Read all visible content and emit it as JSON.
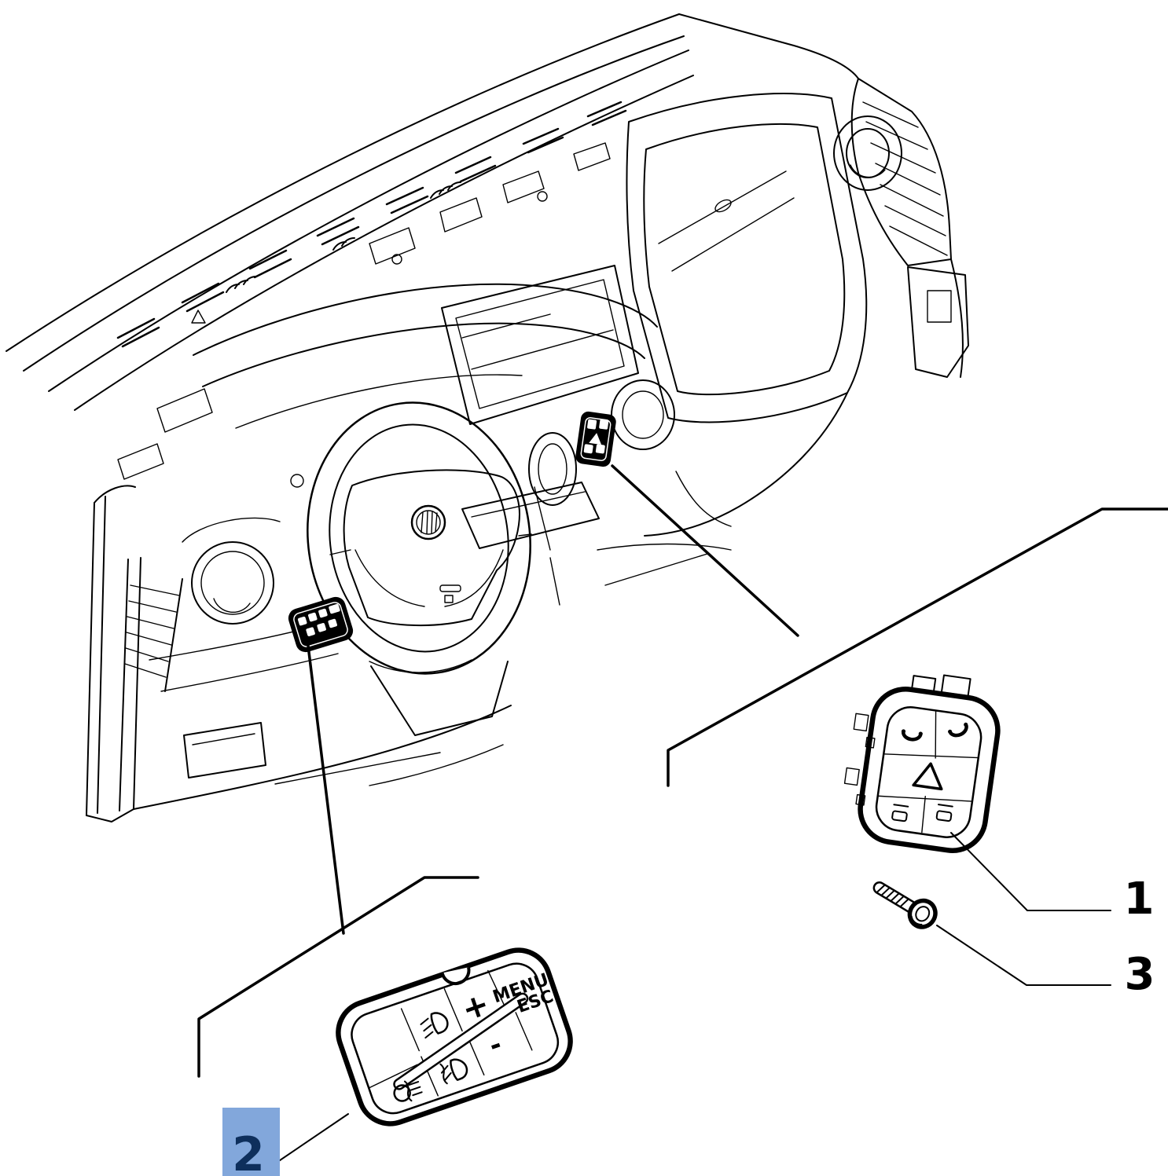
{
  "figure": {
    "bg_color": "#ffffff",
    "line_color": "#000000",
    "kind": "exploded-parts-diagram"
  },
  "callouts": {
    "item1": {
      "label": "1"
    },
    "item2": {
      "label": "2"
    },
    "item3": {
      "label": "3"
    }
  },
  "highlight": {
    "bg_color": "#82A7DB",
    "text_color": "#0E2F5C"
  },
  "panel2": {
    "menu": "MENU",
    "esc": "ESC",
    "plus": "+",
    "minus": "-"
  }
}
